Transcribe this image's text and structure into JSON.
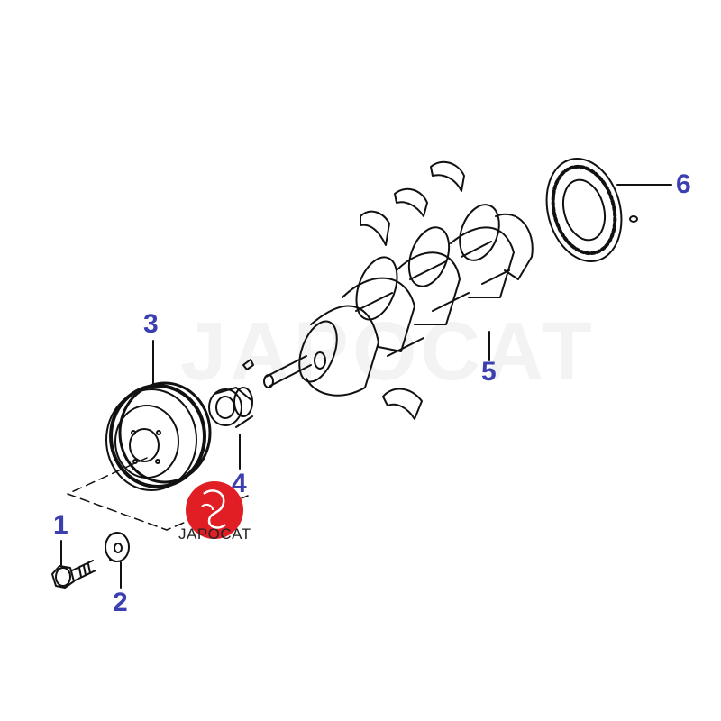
{
  "callouts": [
    {
      "id": "1",
      "label": "1"
    },
    {
      "id": "2",
      "label": "2"
    },
    {
      "id": "3",
      "label": "3"
    },
    {
      "id": "4",
      "label": "4"
    },
    {
      "id": "5",
      "label": "5"
    },
    {
      "id": "6",
      "label": "6"
    }
  ],
  "watermark": "JAPOCAT",
  "logo": {
    "text": "JAPOCAT",
    "color": "#e01e24"
  },
  "colors": {
    "callout": "#3b3fb0",
    "line": "#111111"
  }
}
